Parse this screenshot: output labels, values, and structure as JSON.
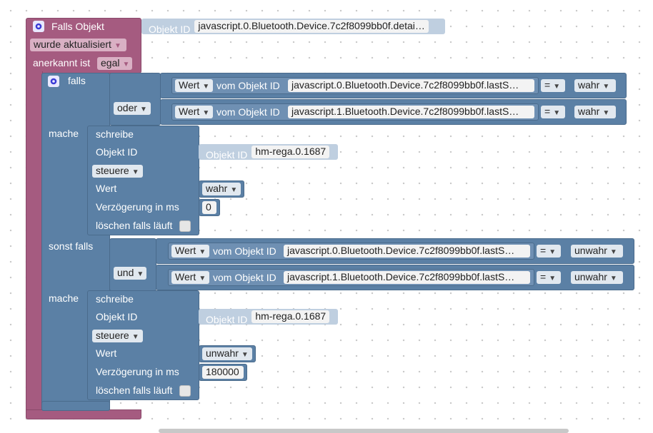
{
  "event": {
    "title": "Falls Objekt",
    "trigger_label": "wurde aktualisiert",
    "ack_label": "anerkannt ist",
    "ack_value": "egal",
    "object_id_label": "Objekt ID",
    "object_id_value": "javascript.0.Bluetooth.Device.7c2f8099bb0f.detai…"
  },
  "if_block": {
    "falls_label": "falls",
    "mache_label": "mache",
    "sonst_falls_label": "sonst falls",
    "mache2_label": "mache"
  },
  "cond1": {
    "op_label": "oder",
    "row1": {
      "wert": "Wert",
      "vom": "vom Objekt ID",
      "id": "javascript.0.Bluetooth.Device.7c2f8099bb0f.lastS…",
      "eq": "=",
      "val": "wahr"
    },
    "row2": {
      "wert": "Wert",
      "vom": "vom Objekt ID",
      "id": "javascript.1.Bluetooth.Device.7c2f8099bb0f.lastS…",
      "eq": "=",
      "val": "wahr"
    }
  },
  "cond2": {
    "op_label": "und",
    "row1": {
      "wert": "Wert",
      "vom": "vom Objekt ID",
      "id": "javascript.0.Bluetooth.Device.7c2f8099bb0f.lastS…",
      "eq": "=",
      "val": "unwahr"
    },
    "row2": {
      "wert": "Wert",
      "vom": "vom Objekt ID",
      "id": "javascript.1.Bluetooth.Device.7c2f8099bb0f.lastS…",
      "eq": "=",
      "val": "unwahr"
    }
  },
  "write1": {
    "title": "schreibe",
    "id_label": "Objekt ID",
    "mode": "steuere",
    "wert_label": "Wert",
    "delay_label": "Verzögerung in ms",
    "clear_label": "löschen falls läuft",
    "pill_key": "Objekt ID",
    "pill_value": "hm-rega.0.1687",
    "value": "wahr",
    "delay": "0"
  },
  "write2": {
    "title": "schreibe",
    "id_label": "Objekt ID",
    "mode": "steuere",
    "wert_label": "Wert",
    "delay_label": "Verzögerung in ms",
    "clear_label": "löschen falls läuft",
    "pill_key": "Objekt ID",
    "pill_value": "hm-rega.0.1687",
    "value": "unwahr",
    "delay": "180000"
  },
  "icons": {
    "gear": "gear-icon",
    "dropdown": "chevron-down-icon"
  },
  "colors": {
    "event_block": "#a55b80",
    "logic_block": "#5b80a5",
    "id_pill": "#bfcfe0"
  }
}
